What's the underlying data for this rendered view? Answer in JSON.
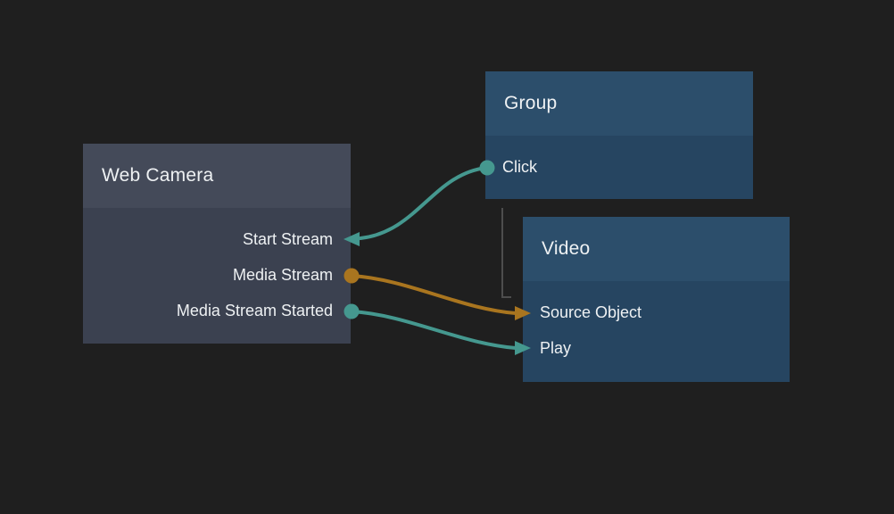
{
  "canvas": {
    "background": "#1f1f1f"
  },
  "colors": {
    "teal": "#45988f",
    "orange": "#a9751f",
    "hierarchy_line": "#4d4d4d",
    "text": "#eef1f3",
    "camera_header": "#444a59",
    "camera_body": "#3b4150",
    "blue_header": "#2c4e6b",
    "blue_body": "#264561"
  },
  "nodes": [
    {
      "id": "web-camera",
      "title": "Web Camera",
      "ports": [
        {
          "label": "Start Stream",
          "side": "right",
          "connector": "arrow-in",
          "color": "teal"
        },
        {
          "label": "Media Stream",
          "side": "right",
          "connector": "dot-out",
          "color": "orange"
        },
        {
          "label": "Media Stream Started",
          "side": "right",
          "connector": "dot-out",
          "color": "teal"
        }
      ]
    },
    {
      "id": "group",
      "title": "Group",
      "ports": [
        {
          "label": "Click",
          "side": "left",
          "connector": "dot-out",
          "color": "teal"
        }
      ]
    },
    {
      "id": "video",
      "title": "Video",
      "ports": [
        {
          "label": "Source Object",
          "side": "left",
          "connector": "arrow-in",
          "color": "orange"
        },
        {
          "label": "Play",
          "side": "left",
          "connector": "arrow-in",
          "color": "teal"
        }
      ]
    }
  ],
  "connections": [
    {
      "from": "Group.Click",
      "to": "Web Camera.Start Stream",
      "color": "teal"
    },
    {
      "from": "Web Camera.Media Stream",
      "to": "Video.Source Object",
      "color": "orange"
    },
    {
      "from": "Web Camera.Media Stream Started",
      "to": "Video.Play",
      "color": "teal"
    },
    {
      "from": "Group",
      "to": "Video",
      "style": "elbow",
      "color": "gray"
    }
  ]
}
